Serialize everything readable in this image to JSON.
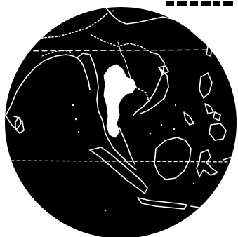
{
  "map": {
    "colors": {
      "ocean": "#000000",
      "outline": "#ffffff",
      "highlight": "#ffffff",
      "background": "#ffffff"
    },
    "highlighted_region": "thailand",
    "graticule": [
      "latitude-line-north",
      "latitude-line-equator"
    ],
    "corner_text_fragment": "..."
  }
}
